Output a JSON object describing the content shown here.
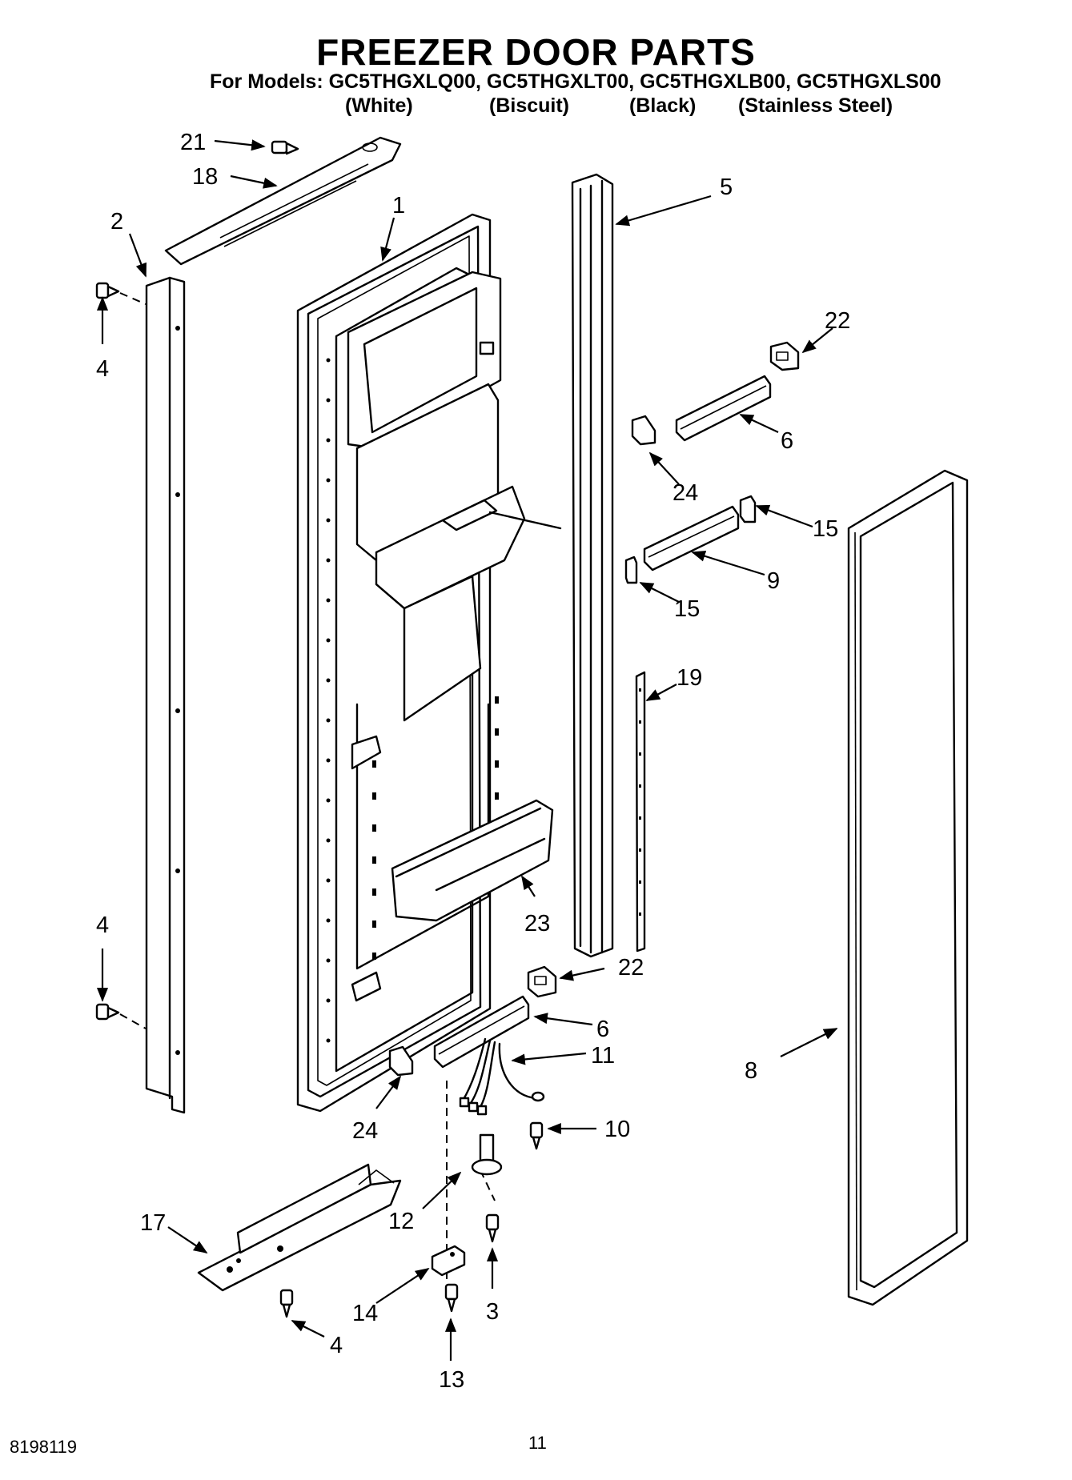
{
  "header": {
    "title": "FREEZER DOOR PARTS",
    "models_line": "For Models: GC5THGXLQ00, GC5THGXLT00, GC5THGXLB00, GC5THGXLS00",
    "colors": [
      "(White)",
      "(Biscuit)",
      "(Black)",
      "(Stainless Steel)"
    ]
  },
  "callouts": {
    "c21": "21",
    "c18": "18",
    "c2": "2",
    "c1": "1",
    "c5": "5",
    "c4a": "4",
    "c22a": "22",
    "c6a": "6",
    "c24a": "24",
    "c15a": "15",
    "c9": "9",
    "c15b": "15",
    "c19": "19",
    "c23": "23",
    "c4b": "4",
    "c22b": "22",
    "c6b": "6",
    "c11": "11",
    "c8": "8",
    "c24b": "24",
    "c10": "10",
    "c12": "12",
    "c17": "17",
    "c14": "14",
    "c3": "3",
    "c4c": "4",
    "c13": "13"
  },
  "footer": {
    "doc_number": "8198119",
    "page_number": "11"
  }
}
